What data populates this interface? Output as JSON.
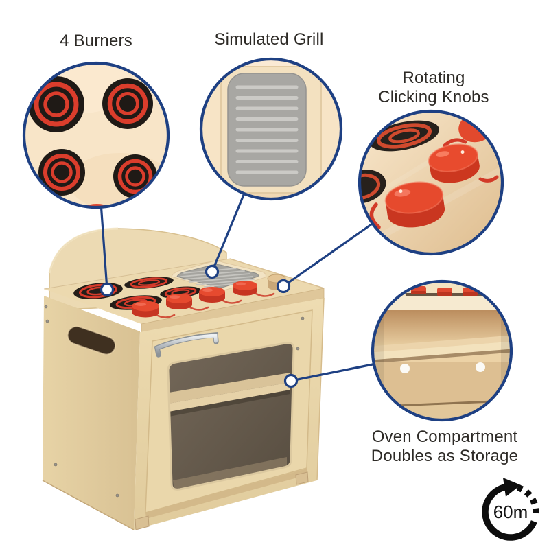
{
  "callouts": [
    {
      "id": "burners",
      "lines": [
        "4 Burners"
      ]
    },
    {
      "id": "grill",
      "lines": [
        "Simulated Grill"
      ]
    },
    {
      "id": "knobs",
      "lines": [
        "Rotating",
        "Clicking Knobs"
      ]
    },
    {
      "id": "oven",
      "lines": [
        "Oven Compartment",
        "Doubles as Storage"
      ]
    }
  ],
  "badge": {
    "time": "60m"
  },
  "icons": {
    "badge_icon": "circular-rotating-arrow"
  },
  "colors": {
    "accent_navy": "#1e4083",
    "label_text": "#2d2a26",
    "wood_light": "#f0dfb6",
    "wood_mid": "#e8d5ab",
    "wood_dark": "#d4b98a",
    "burner_black": "#221d19",
    "burner_red": "#d63b2b",
    "knob_red": "#e64a2f",
    "grill_gray": "#a8a7a3",
    "peach_bg": "#f8e5c8",
    "badge_black": "#0d0d0d"
  }
}
